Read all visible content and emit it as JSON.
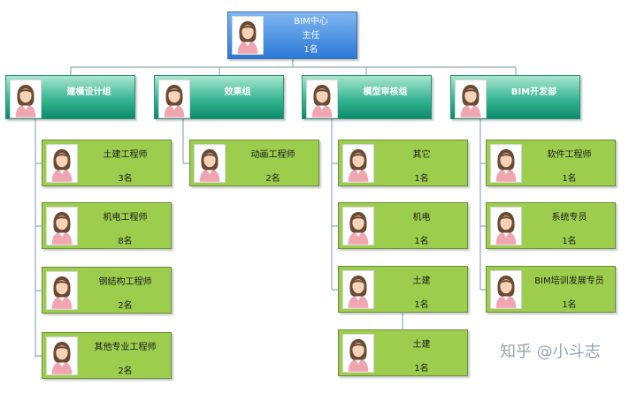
{
  "root": {
    "line1": "BIM中心",
    "line2": "主任",
    "line3": "1名"
  },
  "groups": [
    {
      "title": "建模设计组",
      "members": [
        {
          "title": "土建工程师",
          "count": "3名"
        },
        {
          "title": "机电工程师",
          "count": "8名"
        },
        {
          "title": "钢结构工程师",
          "count": "2名"
        },
        {
          "title": "其他专业工程师",
          "count": "2名"
        }
      ]
    },
    {
      "title": "效果组",
      "members": [
        {
          "title": "动画工程师",
          "count": "2名"
        }
      ]
    },
    {
      "title": "模型审核组",
      "members": [
        {
          "title": "其它",
          "count": "1名"
        },
        {
          "title": "机电",
          "count": "1名"
        },
        {
          "title": "土建",
          "count": "1名"
        },
        {
          "title": "土建",
          "count": "1名"
        }
      ]
    },
    {
      "title": "BIM开发部",
      "members": [
        {
          "title": "软件工程师",
          "count": "1名"
        },
        {
          "title": "系统专员",
          "count": "1名"
        },
        {
          "title": "BIM培训发展专员",
          "count": "1名"
        }
      ]
    }
  ],
  "watermark": "知乎 @小斗志",
  "colors": {
    "root": "#2c79d6",
    "group": "#1f9e7c",
    "member": "#9ccd4d",
    "connector": "#8fa9c4"
  },
  "icons": {
    "person": "female-avatar-icon"
  }
}
